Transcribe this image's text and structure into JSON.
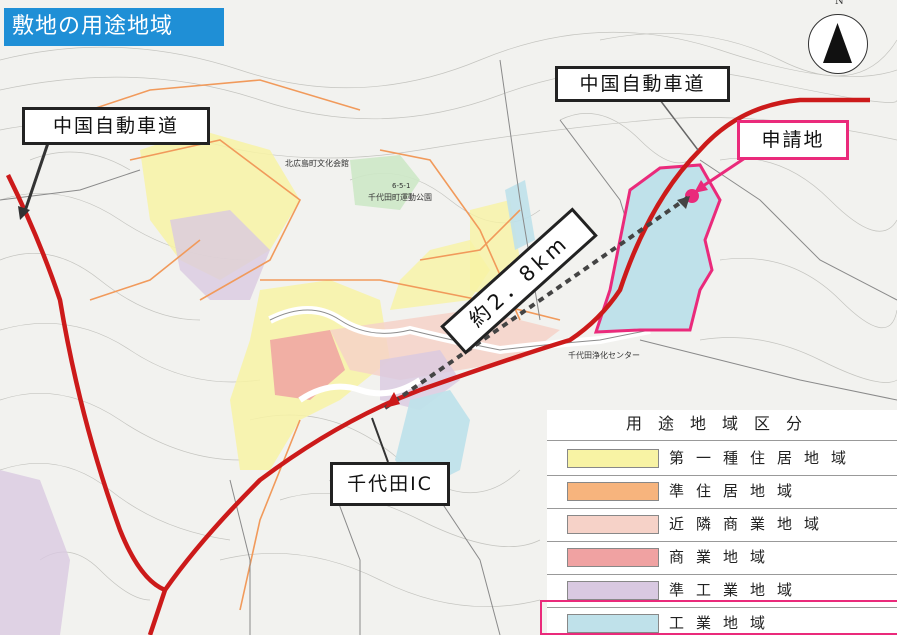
{
  "title": "敷地の用途地域",
  "north_label": "N",
  "callouts": {
    "expressway_top": "中国自動車道",
    "expressway_left": "中国自動車道",
    "site": "申請地",
    "ic": "千代田IC",
    "distance": "約2．8km"
  },
  "map_labels": {
    "park": "千代田町運動公園",
    "park_id": "6-5-1",
    "school": "北広島町文化会館",
    "center": "千代田浄化センター"
  },
  "legend": {
    "header": "用途地域区分",
    "items": [
      {
        "label": "第一種住居地域",
        "color": "#f8f3a4"
      },
      {
        "label": "準住居地域",
        "color": "#f7b47d"
      },
      {
        "label": "近隣商業地域",
        "color": "#f6d2c8"
      },
      {
        "label": "商業地域",
        "color": "#f0a2a2"
      },
      {
        "label": "準工業地域",
        "color": "#d9c9e1"
      },
      {
        "label": "工業地域",
        "color": "#bfe1ea"
      }
    ],
    "highlight_color": "#ea2a7b"
  },
  "colors": {
    "title_bg": "#1f8fd6",
    "expressway": "#cc1a1a",
    "site_outline": "#ea2a7b",
    "route": "#444444"
  }
}
